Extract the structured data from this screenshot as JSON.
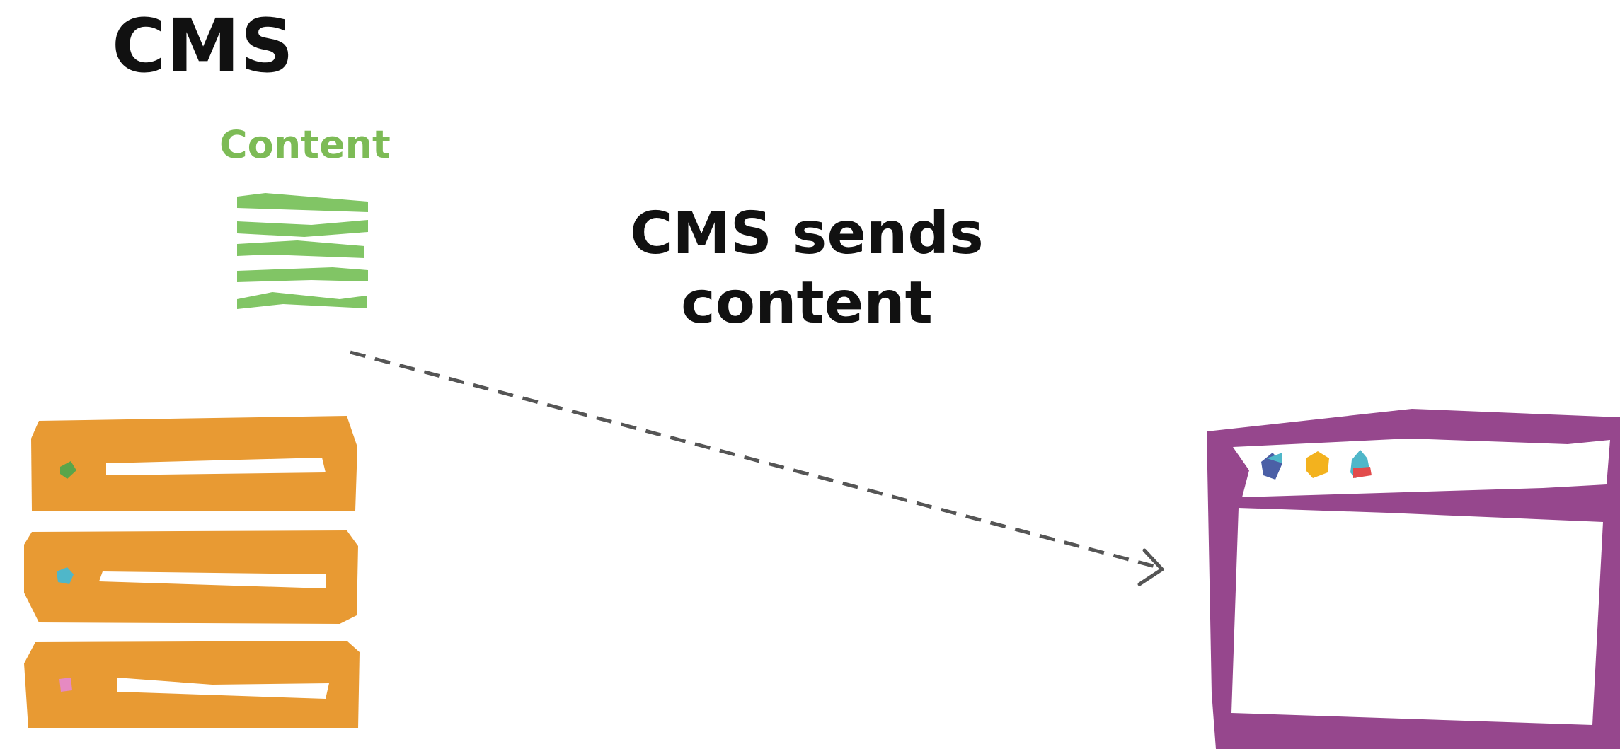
{
  "title": "CMS",
  "content_label": "Content",
  "caption": "CMS sends\ncontent",
  "colors": {
    "content_green": "#7dbb56",
    "content_lines": "#81c565",
    "server_orange": "#e89a33",
    "browser_purple": "#96478d",
    "arrow": "#555555",
    "dot_blue": "#4b5fa6",
    "dot_teal": "#4fb7c9",
    "dot_yellow": "#f3b21e",
    "dot_red": "#e24b4b",
    "dot_pink": "#e68ac2",
    "dot_green": "#5aa54a"
  },
  "icons": {
    "content": "document-lines-icon",
    "server": "server-stack-icon",
    "browser": "browser-window-icon",
    "arrow": "dashed-arrow-icon"
  }
}
